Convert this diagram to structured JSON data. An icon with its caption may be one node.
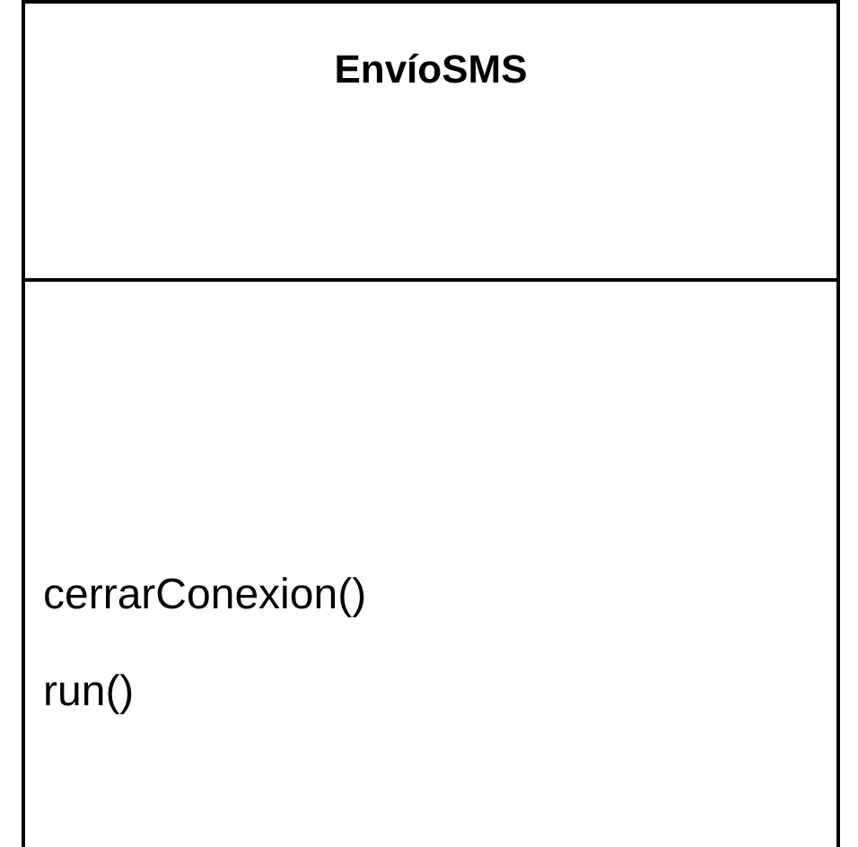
{
  "diagram": {
    "nodes": [
      {
        "text": [
          "EnvíoSMS",
          "cerrarConexion()",
          "run()"
        ]
      }
    ]
  }
}
